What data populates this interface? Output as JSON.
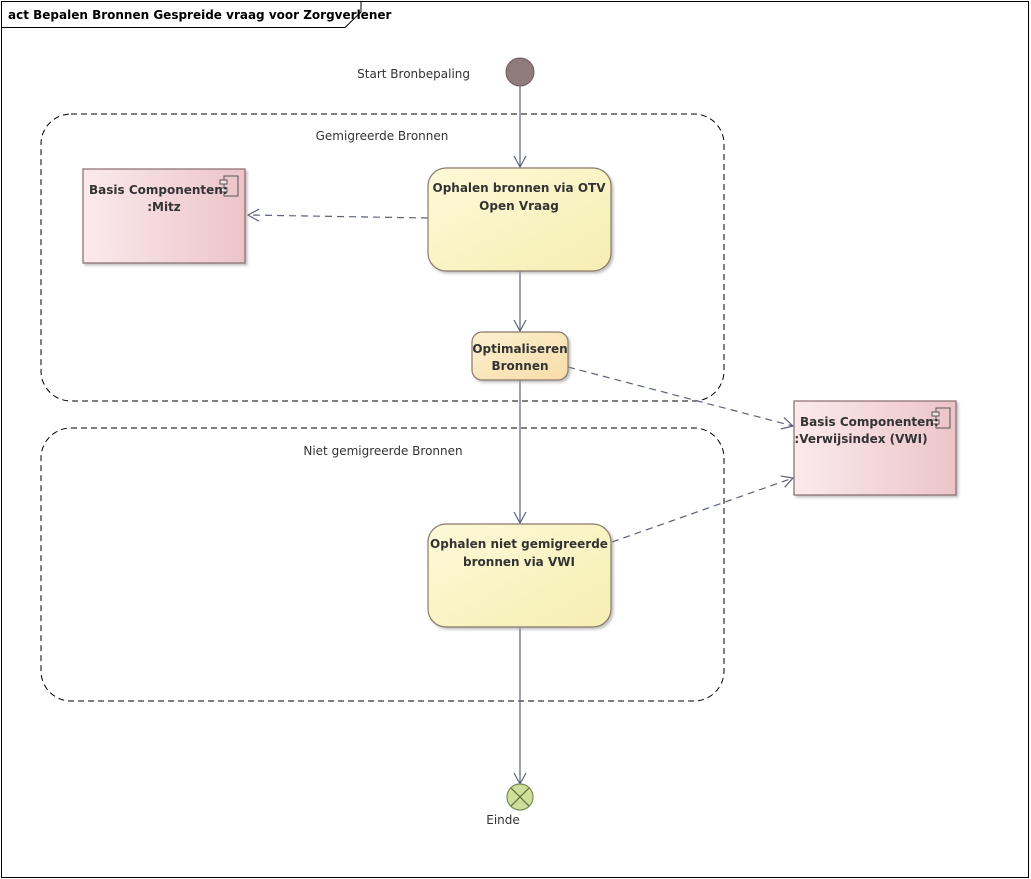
{
  "frame": {
    "title": "act Bepalen Bronnen Gespreide vraag voor Zorgverlener"
  },
  "nodes": {
    "start": {
      "label": "Start Bronbepaling"
    },
    "end": {
      "label": "Einde"
    },
    "ophalen_otv": {
      "line1": "Ophalen bronnen via OTV",
      "line2": "Open Vraag"
    },
    "optimaliseren": {
      "line1": "Optimaliseren",
      "line2": "Bronnen"
    },
    "ophalen_vwi": {
      "line1": "Ophalen niet gemigreerde",
      "line2": "bronnen via VWI"
    },
    "mitz": {
      "line1": "Basis Componenten:",
      "line2": ":Mitz"
    },
    "vwi": {
      "line1": "Basis Componenten:",
      "line2": ":Verwijsindex (VWI)"
    }
  },
  "regions": {
    "gemigreerd": {
      "label": "Gemigreerde Bronnen"
    },
    "niet_gemigreerd": {
      "label": "Niet gemigreerde Bronnen"
    }
  },
  "colors": {
    "action_fill": "#fbf6c8",
    "optimaliseren_fill": "#fbe6c0",
    "component_fill": "#f4d2d6",
    "start_fill": "#8f7b7b",
    "end_fill": "#cde09a",
    "edge": "#5c6379"
  }
}
